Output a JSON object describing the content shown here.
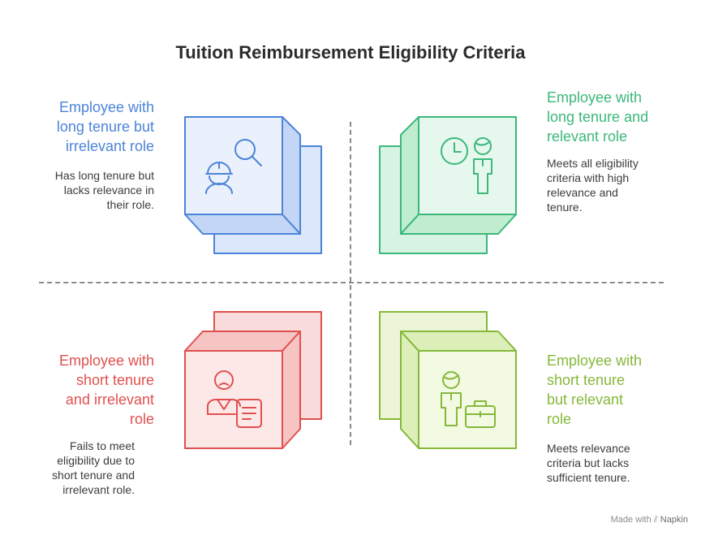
{
  "title": "Tuition Reimbursement Eligibility Criteria",
  "quadrants": [
    {
      "title_lines": [
        "Employee with",
        "long tenure but",
        "irrelevant role"
      ],
      "desc_lines": [
        "Has long tenure but",
        "lacks relevance in",
        "their role."
      ],
      "color": "#4c84d8",
      "icons": [
        "worker-icon",
        "search-icon"
      ]
    },
    {
      "title_lines": [
        "Employee with",
        "long tenure and",
        "relevant role"
      ],
      "desc_lines": [
        "Meets all eligibility",
        "criteria with high",
        "relevance and",
        "tenure."
      ],
      "color": "#3bb87a",
      "icons": [
        "clock-icon",
        "person-icon"
      ]
    },
    {
      "title_lines": [
        "Employee with",
        "short tenure",
        "and irrelevant",
        "role"
      ],
      "desc_lines": [
        "Fails to meet",
        "eligibility due to",
        "short tenure and",
        "irrelevant role."
      ],
      "color": "#e0504f",
      "icons": [
        "sad-person-icon",
        "document-icon"
      ]
    },
    {
      "title_lines": [
        "Employee with",
        "short tenure",
        "but relevant",
        "role"
      ],
      "desc_lines": [
        "Meets relevance",
        "criteria but lacks",
        "sufficient tenure."
      ],
      "color": "#86b83a",
      "icons": [
        "person-icon",
        "briefcase-icon"
      ]
    }
  ],
  "footer": {
    "made_with": "Made with",
    "brand": "Napkin"
  }
}
